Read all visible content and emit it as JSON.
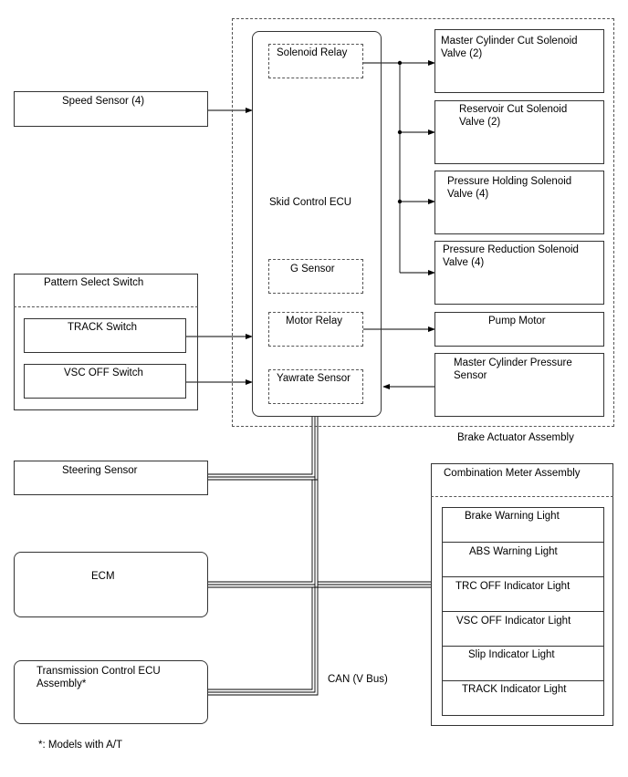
{
  "speed_sensor": "Speed Sensor (4)",
  "pattern_select_switch": "Pattern Select Switch",
  "track_switch": "TRACK Switch",
  "vsc_off_switch": "VSC OFF Switch",
  "skid_control_ecu": "Skid Control ECU",
  "solenoid_relay": "Solenoid Relay",
  "g_sensor": "G Sensor",
  "motor_relay": "Motor Relay",
  "yawrate_sensor": "Yawrate Sensor",
  "master_cyl_cut_1": "Master Cylinder Cut Solenoid",
  "master_cyl_cut_2": "Valve (2)",
  "reservoir_cut_1": "Reservoir Cut Solenoid",
  "reservoir_cut_2": "Valve (2)",
  "pressure_holding_1": "Pressure Holding Solenoid",
  "pressure_holding_2": "Valve (4)",
  "pressure_reduction_1": "Pressure Reduction Solenoid",
  "pressure_reduction_2": "Valve (4)",
  "pump_motor": "Pump Motor",
  "master_cyl_pressure_1": "Master Cylinder Pressure",
  "master_cyl_pressure_2": "Sensor",
  "brake_actuator_assembly": "Brake Actuator Assembly",
  "steering_sensor": "Steering Sensor",
  "ecm": "ECM",
  "tcu_1": "Transmission Control ECU",
  "tcu_2": "Assembly*",
  "can_bus": "CAN (V Bus)",
  "combination_meter": "Combination Meter Assembly",
  "brake_warning_light": "Brake Warning Light",
  "abs_warning_light": "ABS Warning Light",
  "trc_off_indicator": "TRC OFF Indicator Light",
  "vsc_off_indicator": "VSC OFF Indicator Light",
  "slip_indicator": "Slip Indicator Light",
  "track_indicator": "TRACK Indicator Light",
  "footnote": "*: Models with A/T"
}
